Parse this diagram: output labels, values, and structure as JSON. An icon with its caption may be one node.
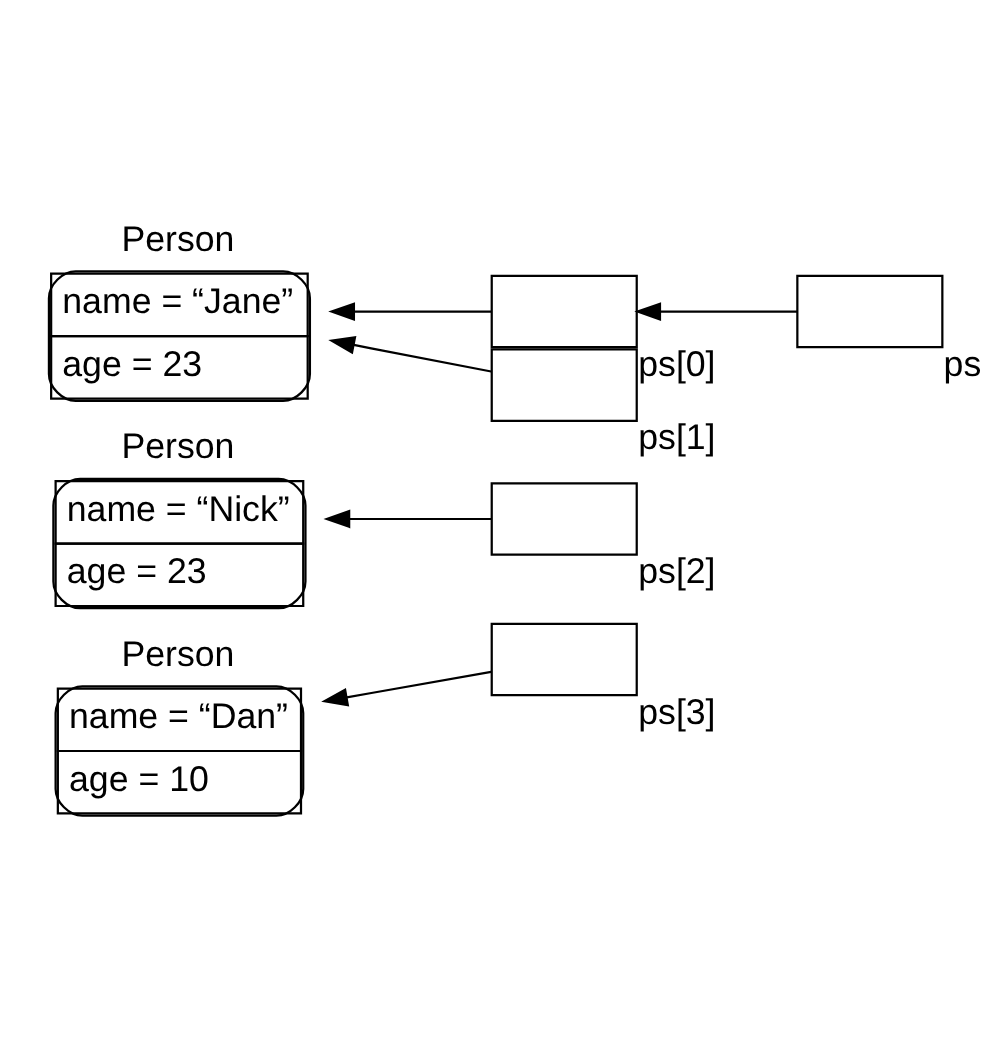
{
  "diagram": {
    "nodes": [
      {
        "text": [],
        "shape": "box",
        "beside": [
          "ps"
        ]
      },
      {
        "text": [],
        "shape": "box",
        "beside": [
          "ps[0]"
        ]
      },
      {
        "text": [],
        "shape": "box",
        "beside": [
          "ps[1]"
        ]
      },
      {
        "text": [],
        "shape": "box",
        "beside": [
          "ps[2]"
        ]
      },
      {
        "text": [],
        "shape": "box",
        "beside": [
          "ps[3]"
        ]
      },
      {
        "text": [
          "Person",
          "name = “Jane”",
          "age = 23"
        ]
      },
      {
        "text": [
          "Person",
          "name = “Nick”",
          "age = 23"
        ]
      },
      {
        "text": [
          "Person",
          "name = “Dan”",
          "age = 10"
        ]
      }
    ],
    "edges": [
      {
        "from": 0,
        "to": 1,
        "arrow": "to"
      },
      {
        "from": 1,
        "to": 5,
        "arrow": "to"
      },
      {
        "from": 2,
        "to": 5,
        "arrow": "to"
      },
      {
        "from": 3,
        "to": 6,
        "arrow": "to"
      },
      {
        "from": 4,
        "to": 7,
        "arrow": "to"
      }
    ]
  }
}
